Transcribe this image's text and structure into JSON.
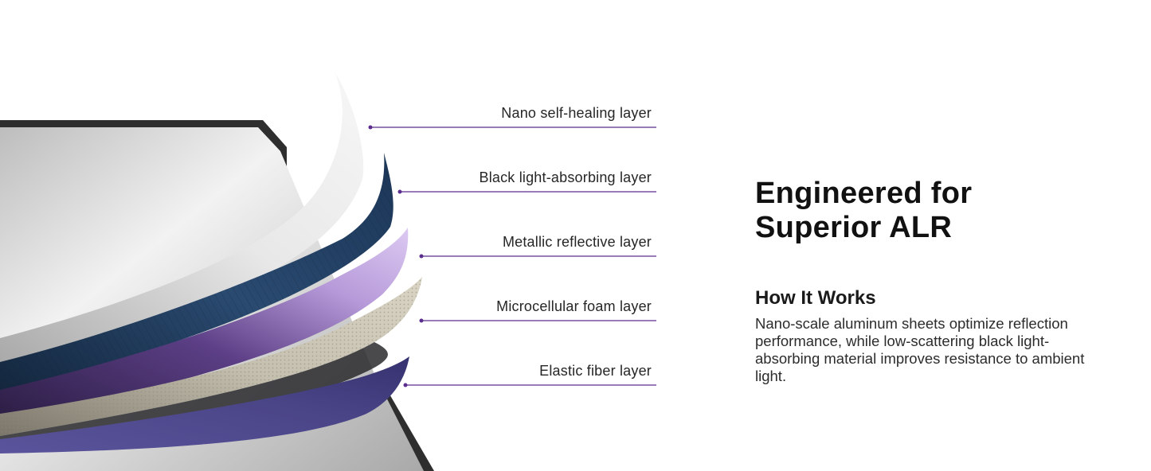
{
  "callouts": [
    {
      "label": "Nano self-healing layer"
    },
    {
      "label": "Black light-absorbing layer"
    },
    {
      "label": "Metallic reflective layer"
    },
    {
      "label": "Microcellular foam layer"
    },
    {
      "label": "Elastic fiber layer"
    }
  ],
  "content": {
    "headline_line1": "Engineered for",
    "headline_line2": "Superior ALR",
    "subheading": "How It Works",
    "body": "Nano-scale aluminum sheets optimize reflection performance, while low-scattering black light-absorbing material improves resistance to ambient light."
  },
  "colors": {
    "callout_line": "#5b2d8e",
    "frame": "#2e2e2e",
    "layer_white": "#d9d9d9",
    "layer_blue": "#1e3a5c",
    "layer_lilac": "#c7b0e6",
    "layer_purple": "#3e2a5a",
    "layer_beige": "#bdb7a6",
    "layer_violet": "#4f4a8c"
  }
}
